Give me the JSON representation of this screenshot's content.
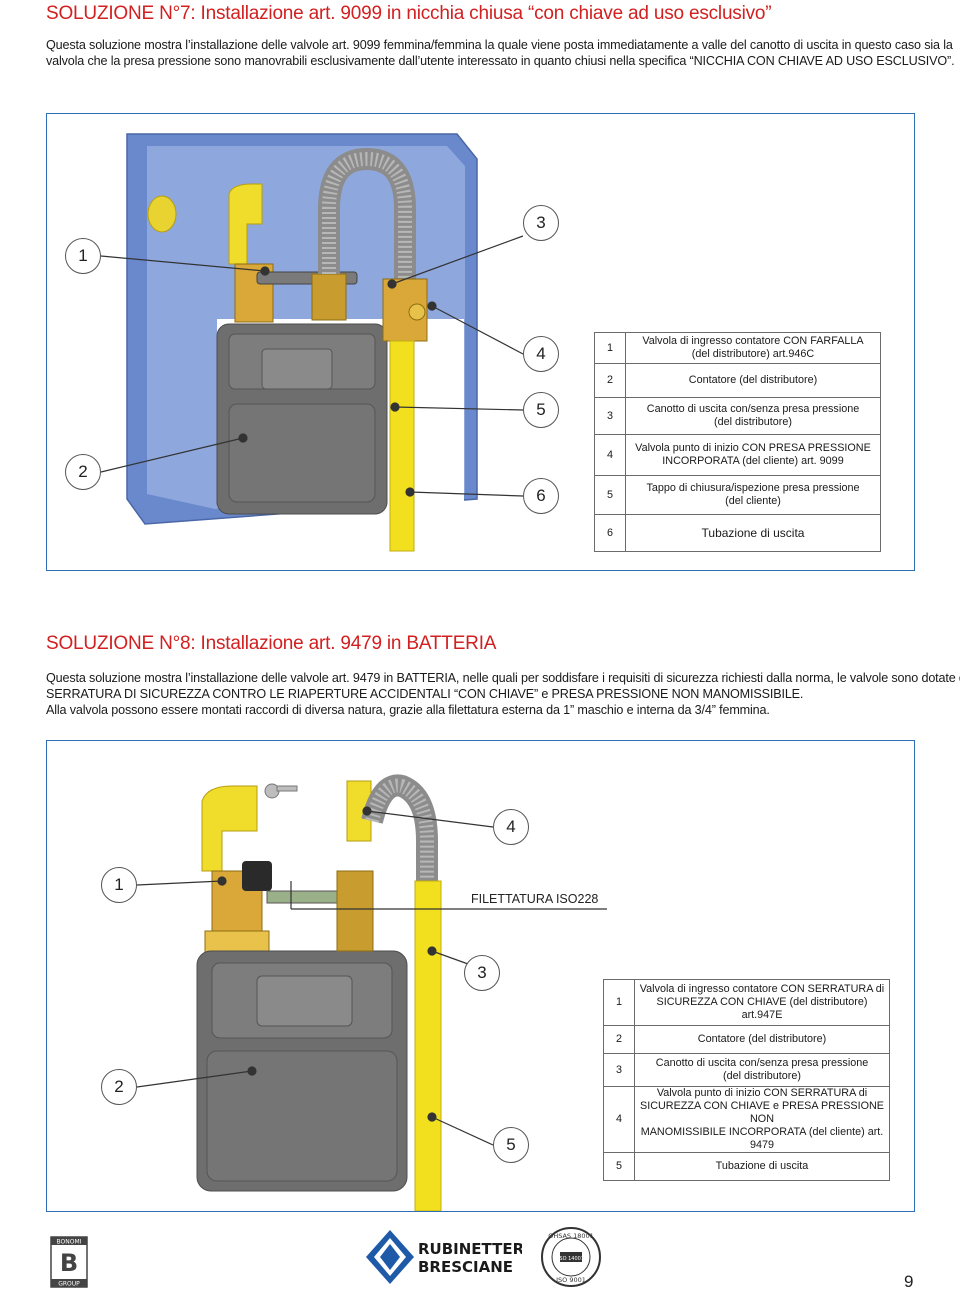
{
  "sol7": {
    "title": "SOLUZIONE N°7: Installazione art. 9099 in nicchia chiusa “con chiave ad uso esclusivo”",
    "intro": [
      "Questa soluzione mostra l’installazione delle valvole art. 9099 femmina/femmina la quale viene posta immediatamente a valle del canotto di uscita in questo caso sia la",
      "valvola  che la presa pressione sono manovrabili esclusivamente dall’utente interessato in quanto chiusi nella specifica “NICCHIA CON CHIAVE AD USO ESCLUSIVO”."
    ],
    "callouts": [
      "1",
      "3",
      "4",
      "5",
      "2",
      "6"
    ],
    "legend": [
      {
        "num": "1",
        "lines": [
          "Valvola di ingresso contatore CON FARFALLA",
          "(del distributore) art.946C"
        ]
      },
      {
        "num": "2",
        "lines": [
          "Contatore (del distributore)"
        ]
      },
      {
        "num": "3",
        "lines": [
          "Canotto di uscita con/senza presa pressione",
          "(del distributore)"
        ]
      },
      {
        "num": "4",
        "lines": [
          "Valvola punto di inizio CON PRESA PRESSIONE",
          "INCORPORATA (del cliente) art. 9099"
        ]
      },
      {
        "num": "5",
        "lines": [
          "Tappo di chiusura/ispezione presa pressione",
          "(del cliente)"
        ]
      },
      {
        "num": "6",
        "lines": [
          "Tubazione di uscita"
        ]
      }
    ]
  },
  "sol8": {
    "title": "SOLUZIONE N°8: Installazione art. 9479 in BATTERIA",
    "intro": [
      "Questa soluzione mostra l’installazione delle valvole art. 9479 in BATTERIA, nelle quali per soddisfare i requisiti di sicurezza richiesti dalla norma, le valvole sono dotate di",
      "SERRATURA DI SICUREZZA CONTRO LE RIAPERTURE ACCIDENTALI “CON CHIAVE” e PRESA PRESSIONE NON MANOMISSIBILE.",
      "Alla valvola possono essere montati raccordi di diversa natura, grazie alla filettatura esterna da 1” maschio e interna da 3/4” femmina."
    ],
    "callouts": [
      "4",
      "1",
      "3",
      "2",
      "5"
    ],
    "thread_label": "FILETTATURA ISO228",
    "legend": [
      {
        "num": "1",
        "lines": [
          "Valvola di ingresso contatore CON SERRATURA di",
          "SICUREZZA CON CHIAVE (del distributore)",
          "art.947E"
        ]
      },
      {
        "num": "2",
        "lines": [
          "Contatore (del distributore)"
        ]
      },
      {
        "num": "3",
        "lines": [
          "Canotto di uscita con/senza presa pressione",
          "(del distributore)"
        ]
      },
      {
        "num": "4",
        "lines": [
          "Valvola punto di inizio CON SERRATURA di",
          "SICUREZZA CON CHIAVE e PRESA PRESSIONE NON",
          "MANOMISSIBILE INCORPORATA (del cliente) art. 9479"
        ]
      },
      {
        "num": "5",
        "lines": [
          "Tubazione di uscita"
        ]
      }
    ]
  },
  "footer": {
    "bonomi_logo": [
      "BONOMI",
      "B",
      "GROUP"
    ],
    "brand_logo": [
      "RUBINETTERIE",
      "BRESCIANE"
    ],
    "cert_logo": [
      "OHSAS 18001",
      "ISO 14001",
      "ISO 9001"
    ],
    "page_number": "9"
  },
  "colors": {
    "title_red": "#d21f1f",
    "frame_blue": "#2f6fb7",
    "niche_blue": "#6f8fd0",
    "pipe_yellow": "#f2e01f",
    "meter_gray": "#6e6e6e"
  }
}
